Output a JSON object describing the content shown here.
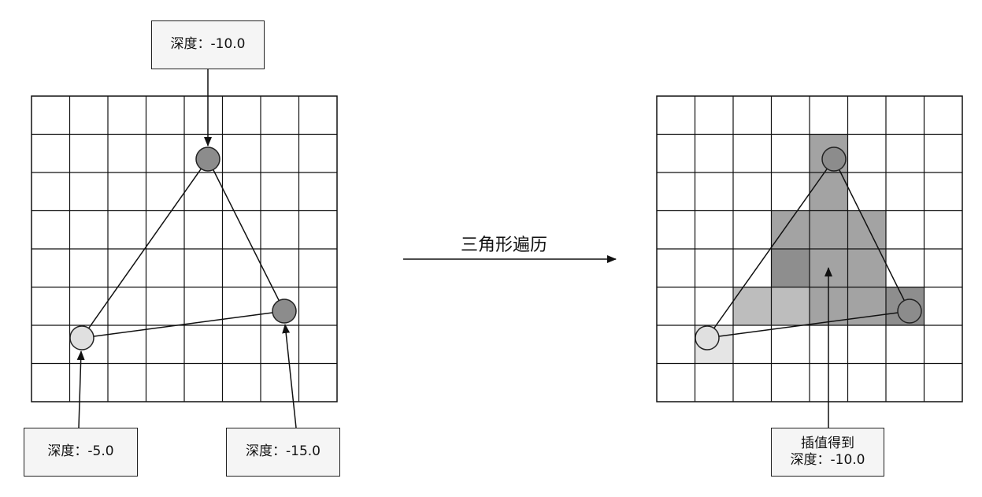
{
  "labels": {
    "top_vertex": "深度：-10.0",
    "left_vertex": "深度：-5.0",
    "right_vertex": "深度：-15.0",
    "interp_line1": "插值得到",
    "interp_line2": "深度：-10.0"
  },
  "transition_label": "三角形遍历",
  "colors": {
    "vertex_light": "#e0e0e0",
    "vertex_dark": "#8c8c8c",
    "fill_light": "#d3d3d3",
    "fill_mid": "#bdbdbd",
    "fill_dark": "#a3a3a3",
    "fill_darker": "#8e8e8e",
    "lightest": "#e5e5e5"
  },
  "grid": {
    "cols": 8,
    "rows": 8
  },
  "triangle_cells": [
    {
      "col": 4,
      "row": 1,
      "shade": "fill_dark"
    },
    {
      "col": 4,
      "row": 2,
      "shade": "fill_dark"
    },
    {
      "col": 3,
      "row": 3,
      "shade": "fill_dark"
    },
    {
      "col": 4,
      "row": 3,
      "shade": "fill_dark"
    },
    {
      "col": 5,
      "row": 3,
      "shade": "fill_dark"
    },
    {
      "col": 3,
      "row": 4,
      "shade": "fill_darker"
    },
    {
      "col": 4,
      "row": 4,
      "shade": "fill_dark"
    },
    {
      "col": 5,
      "row": 4,
      "shade": "fill_dark"
    },
    {
      "col": 2,
      "row": 5,
      "shade": "fill_mid"
    },
    {
      "col": 3,
      "row": 5,
      "shade": "fill_mid"
    },
    {
      "col": 4,
      "row": 5,
      "shade": "fill_dark"
    },
    {
      "col": 5,
      "row": 5,
      "shade": "fill_dark"
    },
    {
      "col": 6,
      "row": 5,
      "shade": "fill_darker"
    },
    {
      "col": 1,
      "row": 6,
      "shade": "lightest"
    }
  ]
}
